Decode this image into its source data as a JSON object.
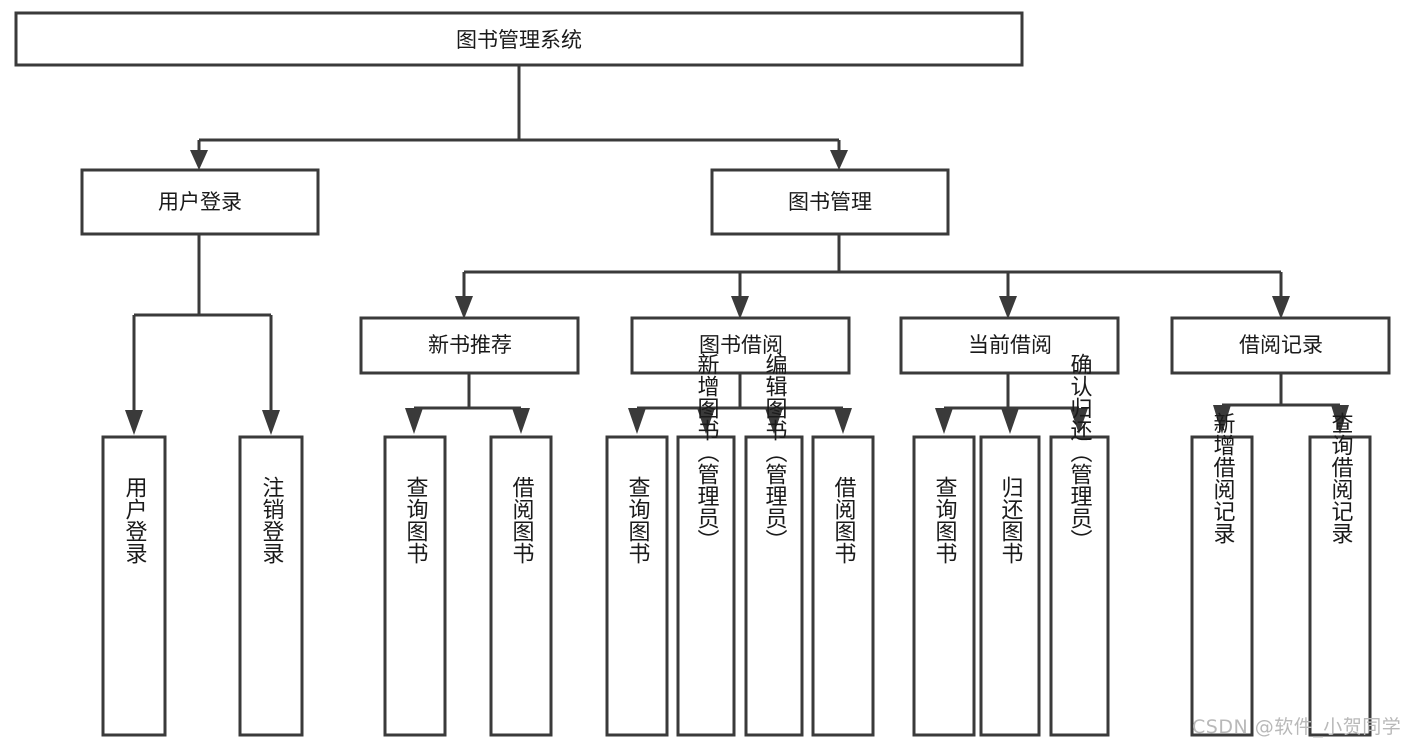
{
  "diagram": {
    "type": "tree-hierarchy-flowchart",
    "title": "图书管理系统",
    "level2": [
      {
        "id": "user-login",
        "label": "用户登录"
      },
      {
        "id": "book-management",
        "label": "图书管理"
      }
    ],
    "level3": [
      {
        "id": "new-book-recommend",
        "label": "新书推荐"
      },
      {
        "id": "book-borrow",
        "label": "图书借阅"
      },
      {
        "id": "current-borrow",
        "label": "当前借阅"
      },
      {
        "id": "borrow-record",
        "label": "借阅记录"
      }
    ],
    "leaves": {
      "user_login": [
        {
          "id": "leaf-user-login",
          "label": "用户登录"
        },
        {
          "id": "leaf-logout-login",
          "label": "注销登录"
        }
      ],
      "new_book_recommend": [
        {
          "id": "leaf-query-book-1",
          "label": "查询图书"
        },
        {
          "id": "leaf-borrow-book-1",
          "label": "借阅图书"
        }
      ],
      "book_borrow": [
        {
          "id": "leaf-query-book-2",
          "label": "查询图书"
        },
        {
          "id": "leaf-add-book",
          "label": "新增图书（管理员）"
        },
        {
          "id": "leaf-edit-book",
          "label": "编辑图书（管理员）"
        },
        {
          "id": "leaf-borrow-book-2",
          "label": "借阅图书"
        }
      ],
      "current_borrow": [
        {
          "id": "leaf-query-book-3",
          "label": "查询图书"
        },
        {
          "id": "leaf-return-book",
          "label": "归还图书"
        },
        {
          "id": "leaf-confirm-return",
          "label": "确认归还（管理员）"
        }
      ],
      "borrow_record": [
        {
          "id": "leaf-add-borrow-record",
          "label": "新增借阅记录"
        },
        {
          "id": "leaf-query-borrow-record",
          "label": "查询借阅记录"
        }
      ]
    }
  },
  "watermark": {
    "text": "CSDN @软件_小贺同学"
  },
  "colors": {
    "stroke": "#3a3a3a",
    "box_fill": "#ffffff",
    "text": "#1a1a1a",
    "watermark": "#b9b9b9",
    "background": "#ffffff"
  }
}
